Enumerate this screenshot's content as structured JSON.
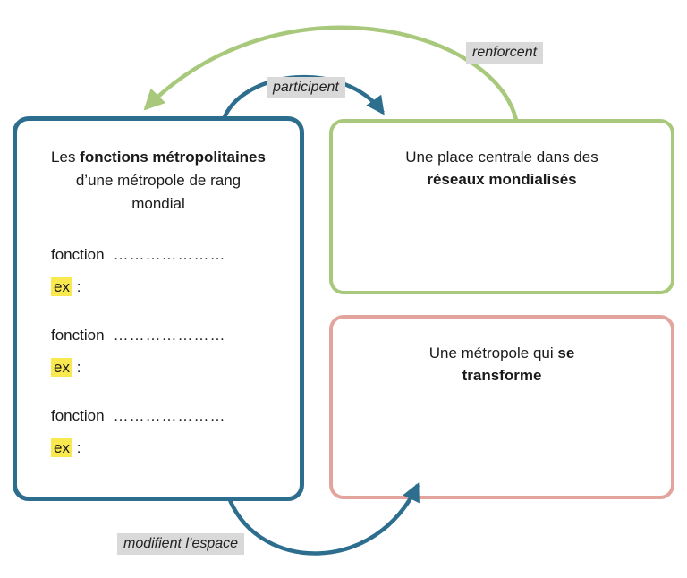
{
  "diagram": {
    "left_box": {
      "title_prefix": "Les ",
      "title_bold": "fonctions métropolitaines",
      "title_line2": "d’une métropole de rang",
      "title_line3": "mondial",
      "items": [
        {
          "function_label": "fonction",
          "dots": "…………………",
          "ex_label": "ex",
          "colon": " :"
        },
        {
          "function_label": "fonction",
          "dots": "…………………",
          "ex_label": "ex",
          "colon": " :"
        },
        {
          "function_label": "fonction",
          "dots": "…………………",
          "ex_label": "ex",
          "colon": " :"
        }
      ]
    },
    "green_box": {
      "line1": "Une place centrale dans des",
      "line2_bold": "réseaux mondialisés"
    },
    "pink_box": {
      "line1_prefix": "Une métropole qui ",
      "line1_bold": "se",
      "line2_bold": "transforme"
    },
    "arrow_labels": {
      "renforcent": "renforcent",
      "participent": "participent",
      "modifient": "modifient l’espace"
    },
    "colors": {
      "blue": "#2d6e8f",
      "green": "#a8c97c",
      "pink": "#e3a49e",
      "highlight_yellow": "#f9e94e",
      "label_background": "#d9d9d9"
    }
  }
}
